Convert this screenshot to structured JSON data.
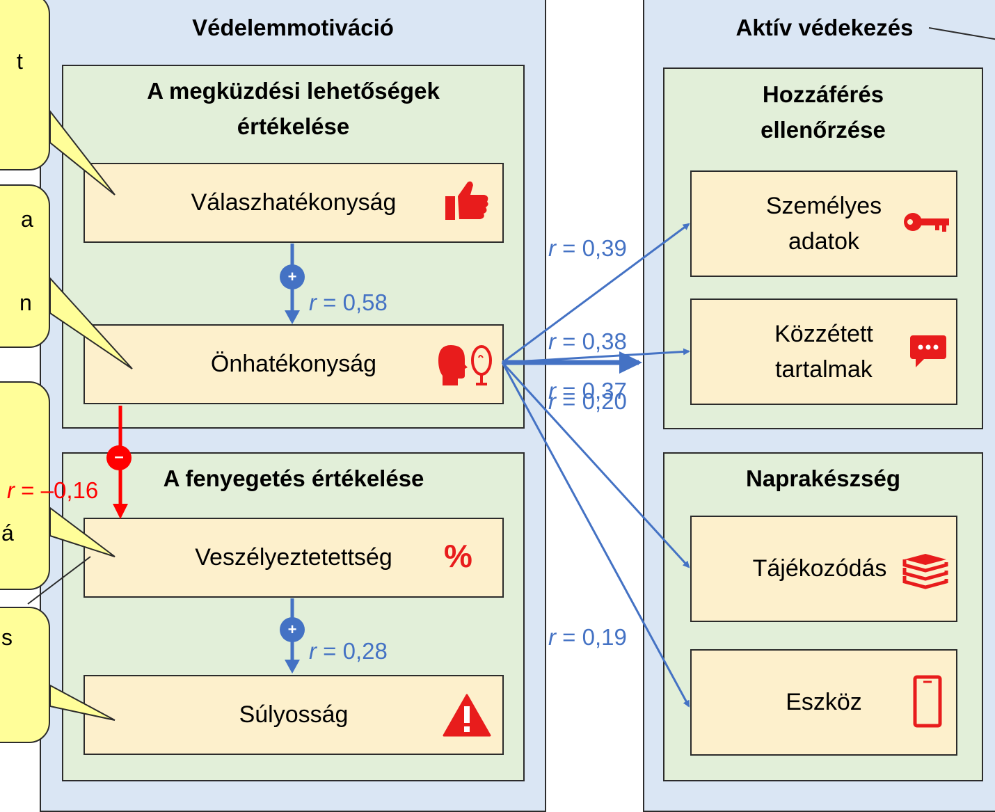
{
  "left_panel": {
    "title": "Védelemmotiváció",
    "coping": {
      "title": "A megküzdési lehetőségek\nértékelése",
      "response_efficacy": {
        "label": "Válaszhatékonyság",
        "icon": "thumbs-up-icon"
      },
      "self_efficacy": {
        "label": "Önhatékonyság",
        "icon": "head-mirror-icon"
      }
    },
    "threat": {
      "title": "A fenyegetés értékelése",
      "vulnerability": {
        "label": "Veszélyeztetettség",
        "icon": "percent-icon",
        "glyph": "%"
      },
      "severity": {
        "label": "Súlyosság",
        "icon": "warning-icon"
      }
    }
  },
  "right_panel": {
    "title": "Aktív védekezés",
    "access": {
      "title": "Hozzáférés\nellenőrzése",
      "personal_data": {
        "label": "Személyes\nadatok",
        "icon": "key-icon"
      },
      "published_content": {
        "label": "Közzétett\ntartalmak",
        "icon": "chat-bubble-icon"
      }
    },
    "up_to_date": {
      "title": "Naprakészség",
      "orientation": {
        "label": "Tájékozódás",
        "icon": "books-icon"
      },
      "device": {
        "label": "Eszköz",
        "icon": "smartphone-icon"
      }
    }
  },
  "correlations": {
    "r_prefix": "r",
    "r058": {
      "sign": "+",
      "value": " = 0,58"
    },
    "r028": {
      "sign": "+",
      "value": " = 0,28"
    },
    "r016": {
      "sign": "–",
      "value": " = –0,16"
    },
    "r039": {
      "value": " = 0,39"
    },
    "r038": {
      "value": " = 0,38"
    },
    "r037": {
      "value": " = 0,37"
    },
    "r020": {
      "value": " = 0,20"
    },
    "r019": {
      "value": " = 0,19"
    }
  },
  "callouts": {
    "c1": [
      "t"
    ],
    "c2": [
      "a",
      "n"
    ],
    "c4": [
      "á"
    ],
    "c5": [
      "s"
    ]
  },
  "colors": {
    "panel": "#dae6f4",
    "group": "#e2efd9",
    "box": "#fdf0cc",
    "callout": "#fffe99",
    "positive": "#4472c4",
    "negative": "#ff0000",
    "icon": "#e81c1c"
  }
}
